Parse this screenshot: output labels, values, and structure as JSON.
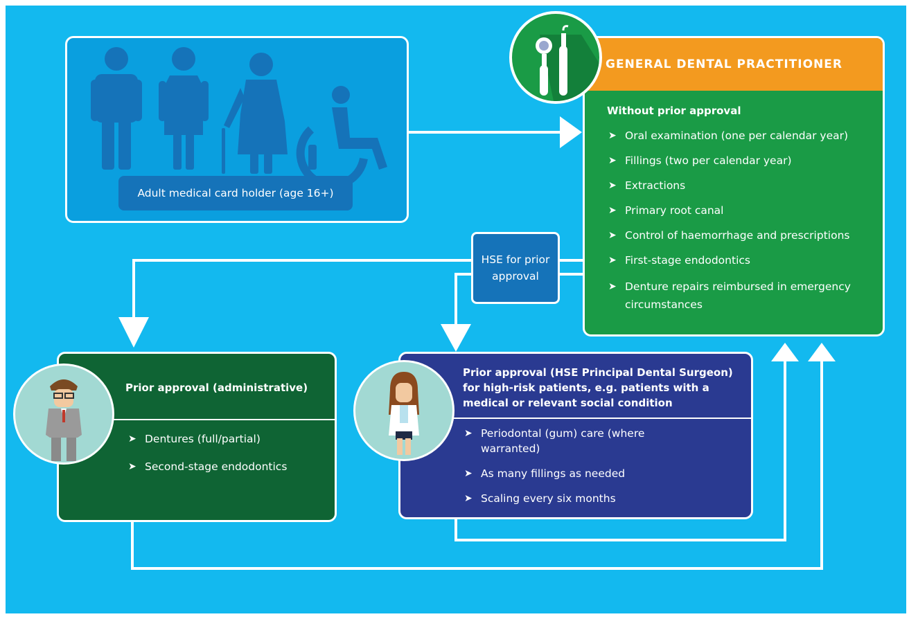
{
  "patient_box": {
    "caption": "Adult medical card holder (age 16+)",
    "figure_icons": [
      "man-icon",
      "woman-icon",
      "elderly-woman-icon",
      "wheelchair-icon"
    ]
  },
  "gdp_box": {
    "icon": "dental-tools-icon",
    "title": "GENERAL DENTAL PRACTITIONER",
    "heading": "Without prior approval",
    "items": [
      "Oral examination (one per calendar year)",
      "Fillings (two per calendar year)",
      "Extractions",
      "Primary root canal",
      "Control of haemorrhage and prescriptions",
      "First-stage endodontics",
      "Denture repairs reimbursed in emergency circumstances"
    ]
  },
  "hse_box": {
    "label": "HSE for prior approval"
  },
  "admin_box": {
    "avatar": "male-doctor-avatar",
    "heading": "Prior approval (administrative)",
    "items": [
      "Dentures (full/partial)",
      "Second-stage endodontics"
    ]
  },
  "surgeon_box": {
    "avatar": "female-doctor-avatar",
    "heading": "Prior approval (HSE Principal Dental Surgeon) for high-risk patients, e.g. patients with a medical or relevant social condition",
    "items": [
      "Periodontal (gum) care (where warranted)",
      "As many fillings as needed",
      "Scaling every six months"
    ]
  },
  "colors": {
    "background": "#13b9ef",
    "patient_fill": "#0a9fdf",
    "caption_fill": "#1573b9",
    "gdp_fill": "#1a9b46",
    "gdp_title_fill": "#f39a1f",
    "admin_fill": "#0f6434",
    "surgeon_fill": "#2a3a91",
    "avatar_fill": "#a2d9d3"
  }
}
